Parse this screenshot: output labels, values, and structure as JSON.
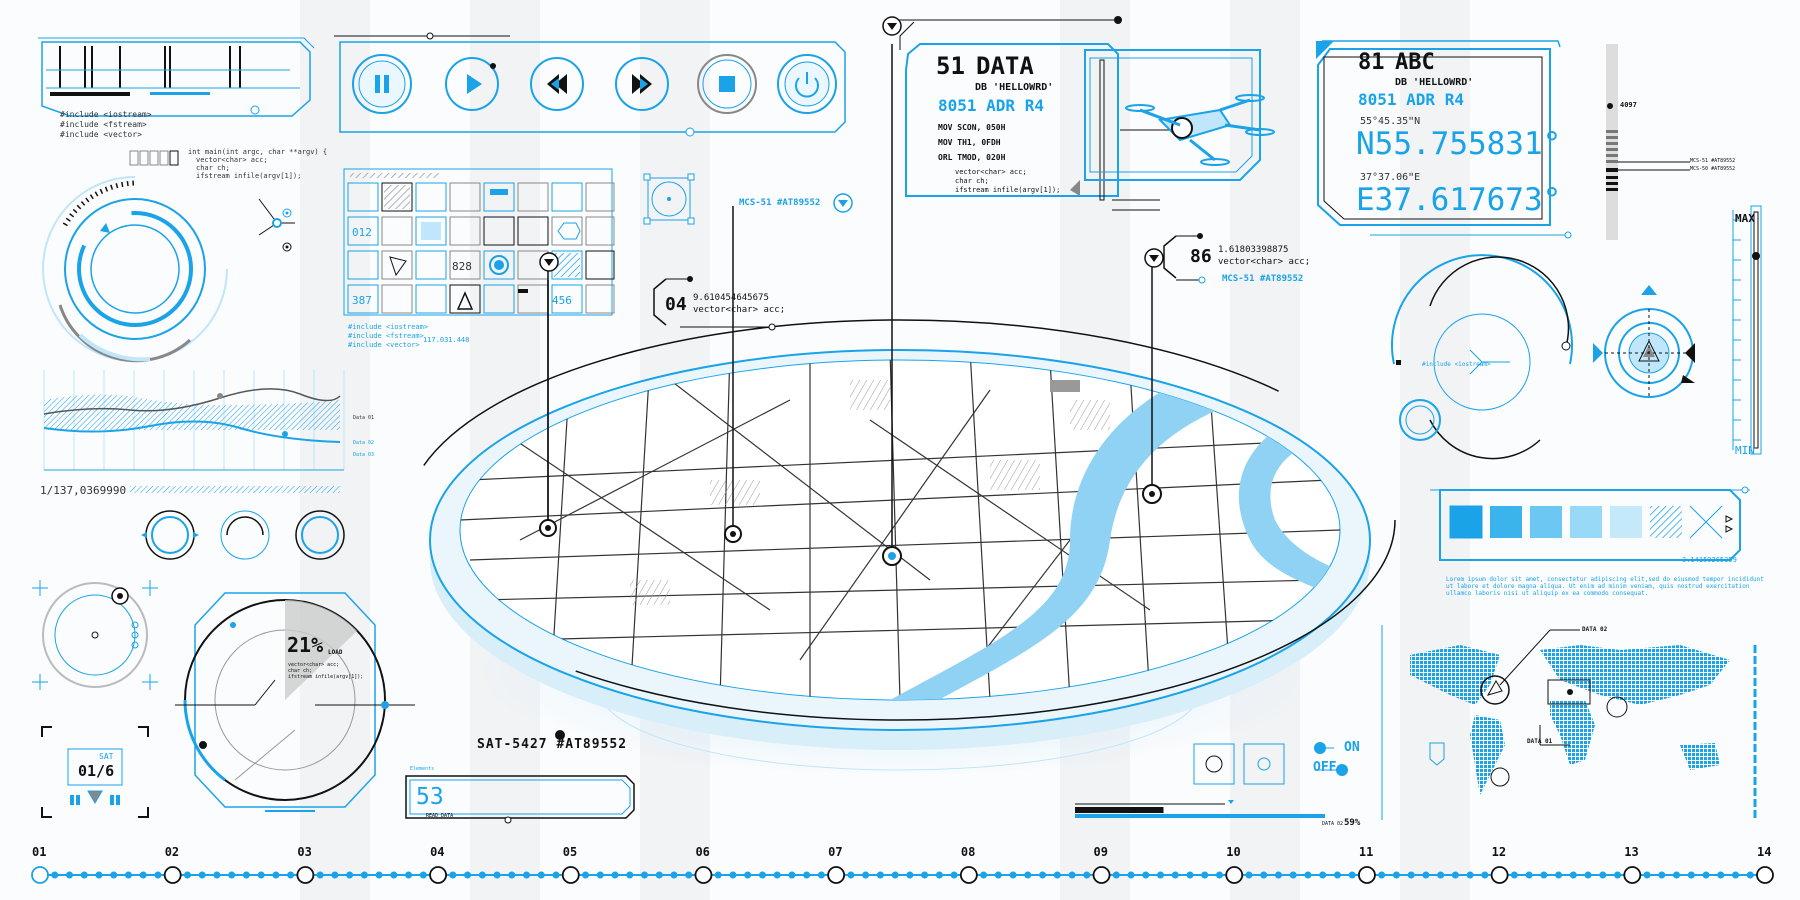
{
  "colors": {
    "accent": "#1aa3e8",
    "light": "#bfe6fa",
    "ink": "#111111",
    "grey": "#b8b8b8"
  },
  "media": {
    "buttons": [
      {
        "name": "pause-icon"
      },
      {
        "name": "play-icon"
      },
      {
        "name": "rewind-icon"
      },
      {
        "name": "fast-forward-icon"
      },
      {
        "name": "stop-icon"
      },
      {
        "name": "power-icon"
      }
    ]
  },
  "data_panel": {
    "num": "51",
    "title": "DATA",
    "db": "DB 'HELLOWRD'",
    "adr": "8051 ADR R4",
    "lines": [
      "MOV SCON, 050H",
      "MOV TH1, 0FDH",
      "ORL TMOD, 020H"
    ],
    "code": [
      "vector<char> acc;",
      "char ch;",
      "ifstream infile(argv[1]);"
    ]
  },
  "abc_panel": {
    "num": "81",
    "title": "ABC",
    "db": "DB 'HELLOWRD'",
    "adr": "8051 ADR R4",
    "lat_small": "55°45.35ʺN",
    "lat": "N55.755831°",
    "lon_small": "37°37.06ʺE",
    "lon": "E37.617673°"
  },
  "left_code": {
    "line1": "int main(int argc, char **argv) {",
    "line2": "vector<char> acc;",
    "line3": "char ch;",
    "line4": "ifstream infile(argv[1]);",
    "includes": [
      "#include <iostream>",
      "#include <fstream>",
      "#include <vector>"
    ]
  },
  "grid_panel": {
    "cells": [
      "012",
      "828",
      "387",
      "456"
    ],
    "includes": [
      "#include <iostream>",
      "#include <fstream>",
      "#include <vector>"
    ],
    "tag": "117.031.448"
  },
  "callouts": {
    "mcs_left": "MCS-51 #AT89552",
    "c04_num": "04",
    "c04_value": "9.610454645675",
    "c04_code": "vector<char> acc;",
    "c86_num": "86",
    "c86_value": "1.61803398875",
    "c86_code": "vector<char> acc;",
    "c86_mcs": "MCS-51 #AT89552"
  },
  "sat_label": "SAT-5427 #AT89552",
  "sat_badge": {
    "label": "SAT",
    "value": "01/6"
  },
  "load": {
    "value": "21%",
    "unit": "LOAD",
    "percent": 21,
    "code": [
      "vector<char> acc;",
      "char ch;",
      "ifstream infile(argv[1]);"
    ]
  },
  "counter": {
    "value": "1/137,0369990"
  },
  "graph_labels": [
    "Data 01",
    "Data 02",
    "Data 03"
  ],
  "bottom_box": {
    "big": "53",
    "header": "Elements",
    "sub": "READ DATA"
  },
  "on_label": "ON",
  "off_label": "OFF",
  "progress": {
    "label": "DATA 02",
    "percent_text": "59%",
    "value": 59
  },
  "slider": {
    "max_label": "MAX",
    "min_label": "MIN"
  },
  "bar_chart": {
    "value": "4097",
    "items": [
      "MCS-51 #AT89552",
      "MCS-50 #AT89552"
    ]
  },
  "color_panel": {
    "tag": "3.14159265359",
    "text": [
      "Lorem ipsum dolor sit amet, consectetur adipiscing elit,sed do eiusmod tempor incididunt",
      "ut labore et dolore magna aliqua. Ut enim ad minim veniam, quis nostrud exercitation",
      "ullamco laboris nisi ut aliquip ex ea commodo consequat."
    ]
  },
  "dial": {
    "include": "#include <iostream>"
  },
  "world_map": {
    "labels": [
      "DATA 02",
      "DATA 01"
    ]
  },
  "timeline": [
    "01",
    "02",
    "03",
    "04",
    "05",
    "06",
    "07",
    "08",
    "09",
    "10",
    "11",
    "12",
    "13",
    "14"
  ]
}
